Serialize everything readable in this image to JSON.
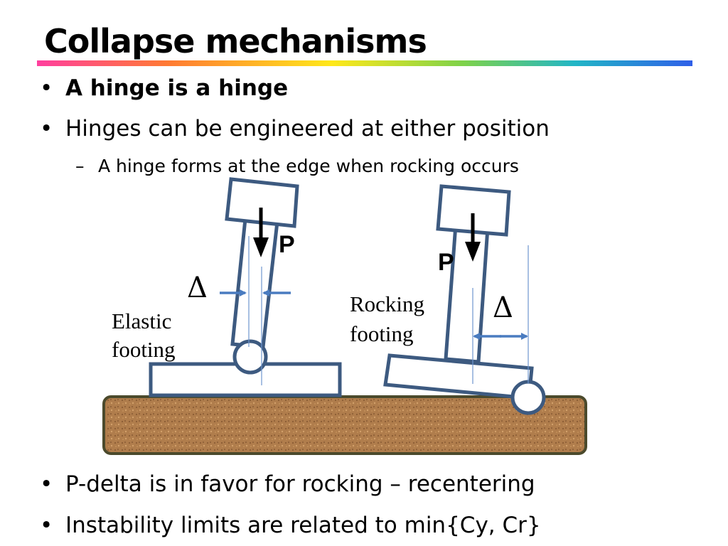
{
  "title": "Collapse mechanisms",
  "bullets_top": [
    {
      "dot": "•",
      "text": "A hinge is a hinge"
    },
    {
      "dot": "•",
      "text": "Hinges can be engineered at either position"
    }
  ],
  "sub_bullet": {
    "dash": "–",
    "text": "A hinge forms at the edge when rocking occurs"
  },
  "diagram": {
    "load_label": "P",
    "delta_symbol": "Δ",
    "elastic_label_line1": "Elastic",
    "elastic_label_line2": "footing",
    "rocking_label_line1": "Rocking",
    "rocking_label_line2": "footing"
  },
  "bullets_bottom": [
    {
      "dot": "•",
      "text": "P-delta is in favor for rocking – recentering"
    },
    {
      "dot": "•",
      "text": "Instability limits are related to min{Cy, Cr}"
    }
  ],
  "colors": {
    "structure_stroke": "#3d5a80",
    "arrow_blue": "#4a7cc0",
    "ground_fill": "#b07d4c",
    "ground_stroke": "#4b4a2c"
  }
}
